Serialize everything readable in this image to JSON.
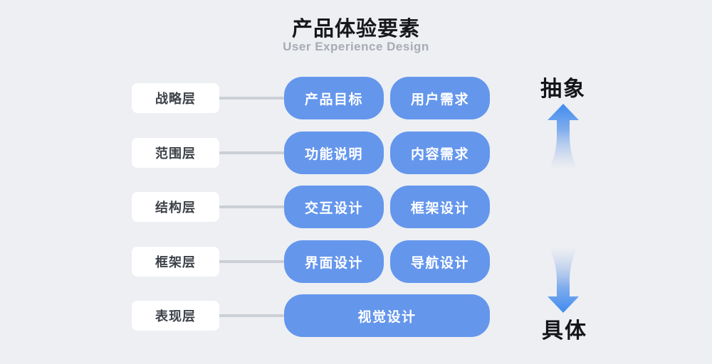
{
  "header": {
    "title": "产品体验要素",
    "subtitle": "User Experience Design"
  },
  "rows": [
    {
      "label": "战略层",
      "boxes": [
        "产品目标",
        "用户需求"
      ]
    },
    {
      "label": "范围层",
      "boxes": [
        "功能说明",
        "内容需求"
      ]
    },
    {
      "label": "结构层",
      "boxes": [
        "交互设计",
        "框架设计"
      ]
    },
    {
      "label": "框架层",
      "boxes": [
        "界面设计",
        "导航设计"
      ]
    },
    {
      "label": "表现层",
      "boxes": [
        "视觉设计"
      ]
    }
  ],
  "axis": {
    "top_label": "抽象",
    "bottom_label": "具体",
    "up_arrow_icon": "up-arrow-icon",
    "down_arrow_icon": "down-arrow-icon"
  },
  "colors": {
    "background": "#edeff3",
    "box_blue": "#6496ec",
    "arrow_blue": "#3e8bf0",
    "label_bg": "#ffffff",
    "label_text": "#3d4249",
    "connector": "#cbcfd6",
    "title": "#17181b",
    "subtitle": "#a7abb3"
  }
}
